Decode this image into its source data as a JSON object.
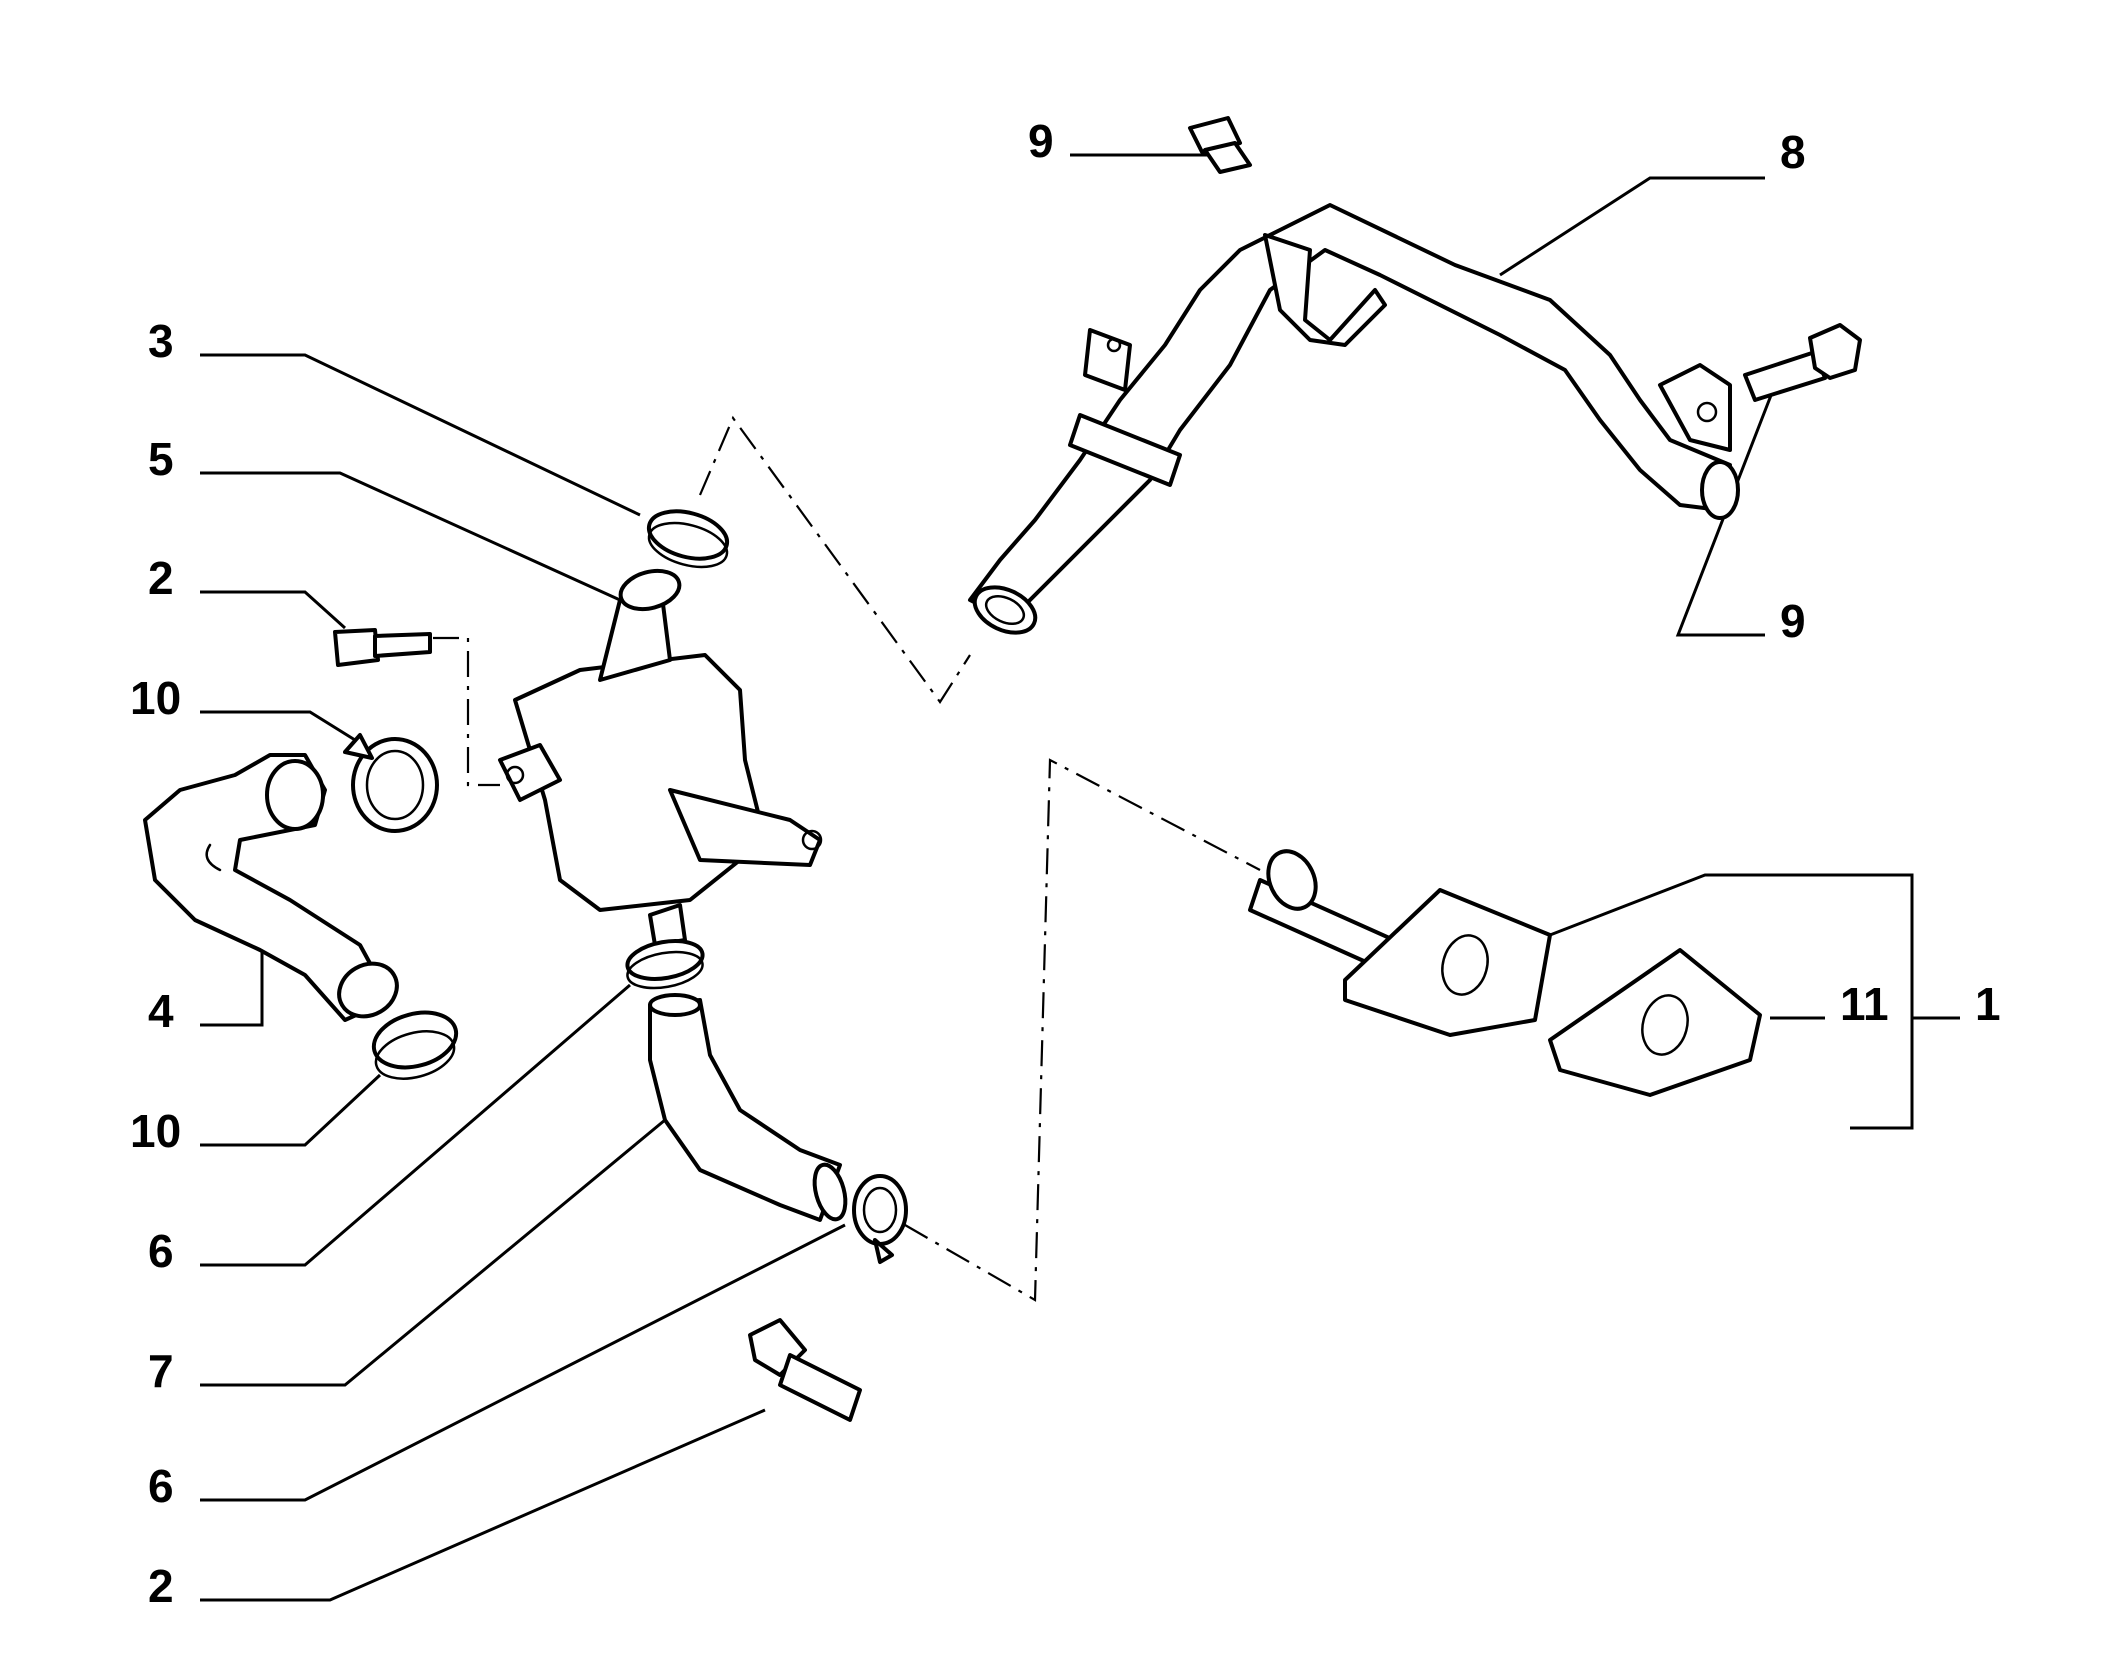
{
  "colors": {
    "background": "#ffffff",
    "ink": "#000000"
  },
  "labels": {
    "l3": "3",
    "l5": "5",
    "l2_top": "2",
    "l10_top": "10",
    "l4": "4",
    "l10_bottom": "10",
    "l6_top": "6",
    "l7": "7",
    "l6_bottom": "6",
    "l2_bottom": "2",
    "l9_top": "9",
    "l8": "8",
    "l9_right": "9",
    "l11": "11",
    "l1": "1"
  }
}
